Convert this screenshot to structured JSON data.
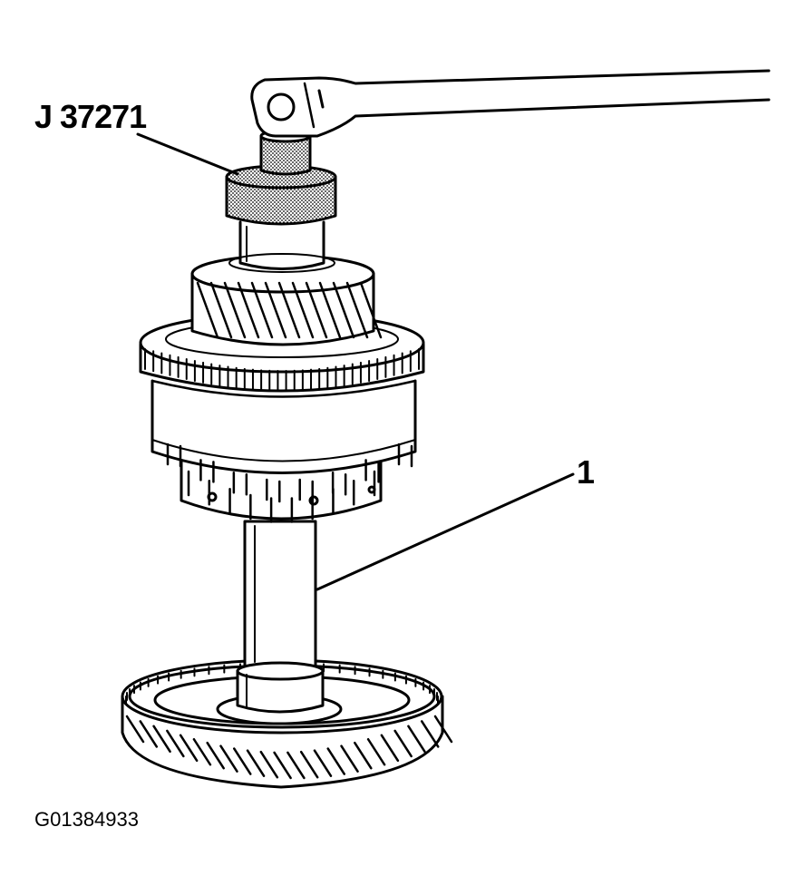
{
  "labels": {
    "tool": "J 37271",
    "callout": "1",
    "figure_id": "G01384933"
  },
  "colors": {
    "ink": "#000000",
    "paper": "#ffffff",
    "stipple": "#9a9a9a"
  },
  "figure": {
    "parts": [
      "wrench-handle",
      "socket-tool",
      "bearing-race",
      "upper-helical-gear",
      "synchronizer-hub",
      "shaft",
      "lower-helical-gear"
    ]
  }
}
